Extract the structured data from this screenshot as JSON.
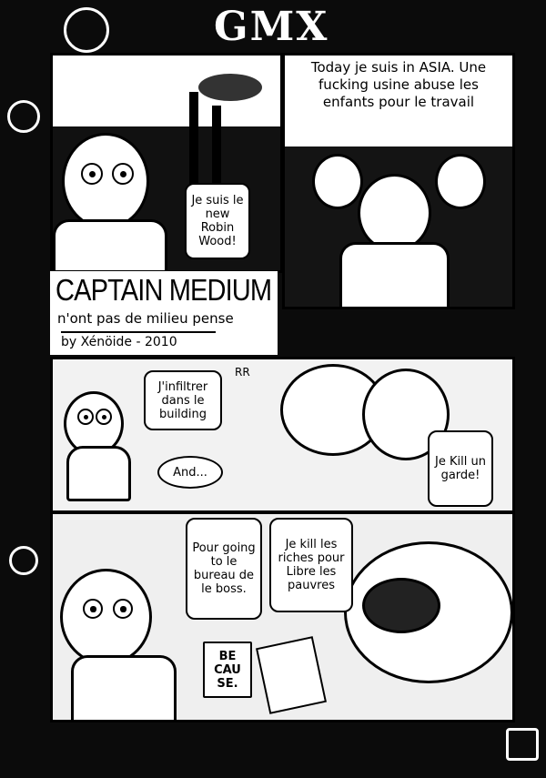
{
  "header": {
    "logo": "GMX"
  },
  "panel_top_right": {
    "narration": "Today je suis in ASIA. Une fucking usine abuse les enfants pour le travail"
  },
  "panel_top_left": {
    "speech": "Je suis le new Robin Wood!"
  },
  "title_block": {
    "title": "CAPTAIN MEDIUM",
    "subtitle": "n'ont pas de milieu pense",
    "byline": "by Xénöide - 2010"
  },
  "panel_middle": {
    "speech_1": "J'infiltrer dans le building",
    "speech_2": "And...",
    "sound": "RR",
    "speech_3": "Je Kill un garde!"
  },
  "panel_bottom": {
    "speech_1": "Pour going to le bureau de le boss.",
    "speech_2": "Je kill les riches pour Libre les pauvres",
    "sign": "BE CAU SE."
  },
  "colors": {
    "ink": "#000000",
    "paper": "#ffffff"
  }
}
